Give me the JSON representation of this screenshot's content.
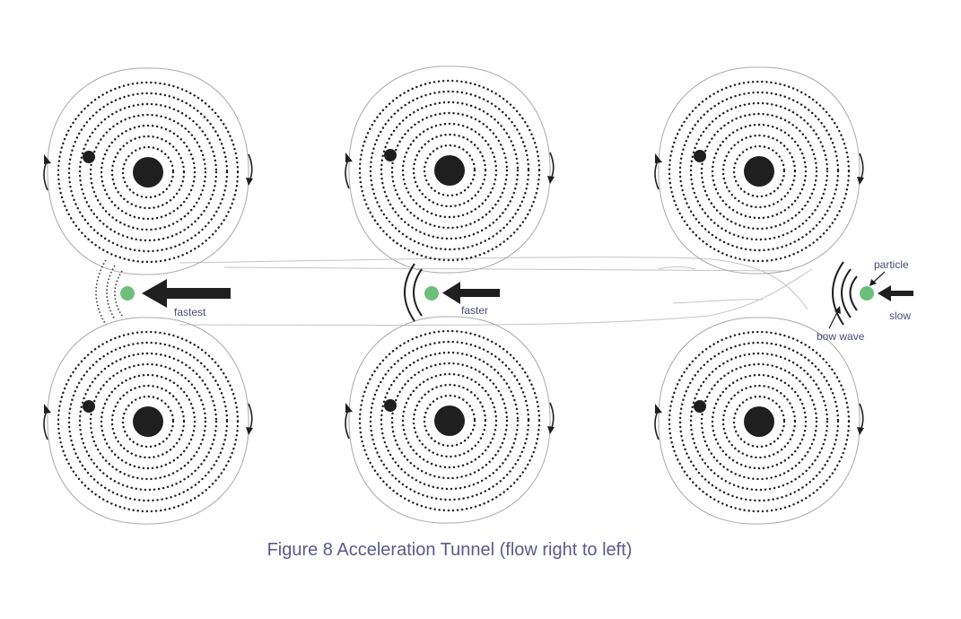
{
  "figure": {
    "caption": "Figure 8 Acceleration Tunnel (flow right to left)",
    "labels": {
      "fastest": "fastest",
      "faster": "faster",
      "slow": "slow",
      "particle": "particle",
      "bow_wave": "bow wave"
    },
    "colors": {
      "particle": "#6cbf7a",
      "ink": "#1f1f1f",
      "label": "#4a4a7a",
      "sketch": "#b8b8b8"
    },
    "vortex_count": 6,
    "stages": [
      "fastest",
      "faster",
      "slow"
    ]
  }
}
